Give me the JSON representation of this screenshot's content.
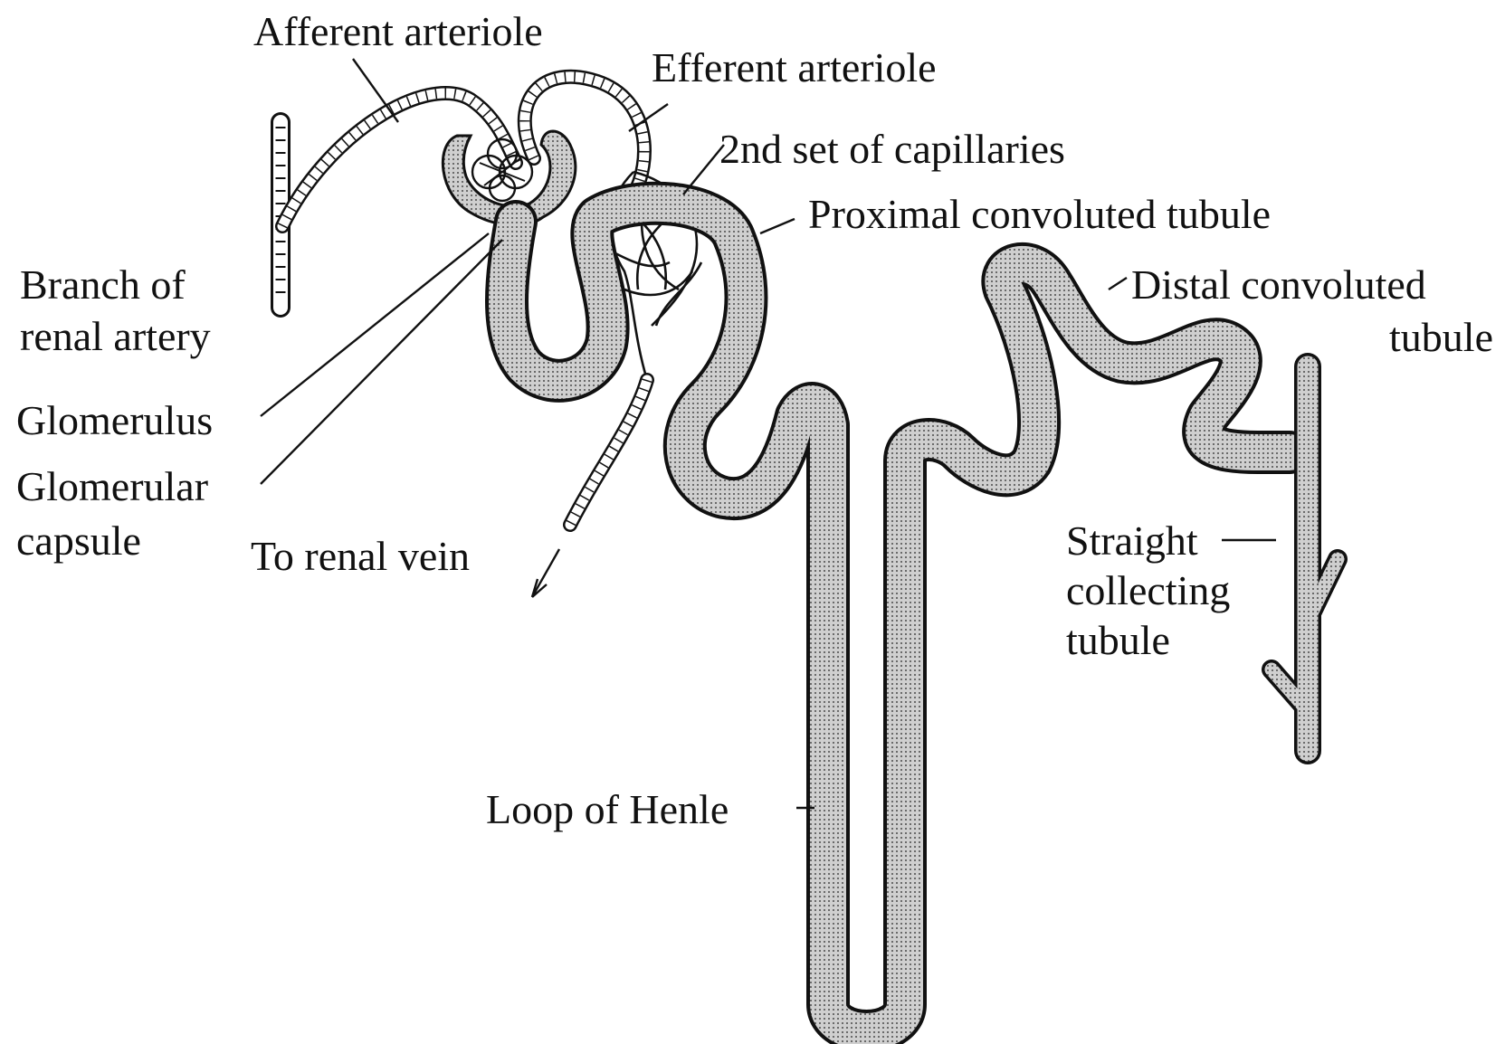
{
  "labels": {
    "afferent_arteriole": "Afferent arteriole",
    "efferent_arteriole": "Efferent arteriole",
    "second_capillaries": "2nd set of capillaries",
    "proximal_tubule": "Proximal convoluted tubule",
    "distal_tubule_line1": "Distal convoluted",
    "distal_tubule_line2": "tubule",
    "branch_line1": "Branch of",
    "branch_line2": "renal artery",
    "glomerulus": "Glomerulus",
    "capsule_line1": "Glomerular",
    "capsule_line2": "capsule",
    "renal_vein": "To renal vein",
    "collecting_line1": "Straight",
    "collecting_line2": "collecting",
    "collecting_line3": "tubule",
    "loop_henle": "Loop of Henle"
  },
  "colors": {
    "line": "#111111",
    "tubule_fill": "#b8b8b8",
    "vessel_fill": "#ffffff",
    "background": "#ffffff"
  }
}
